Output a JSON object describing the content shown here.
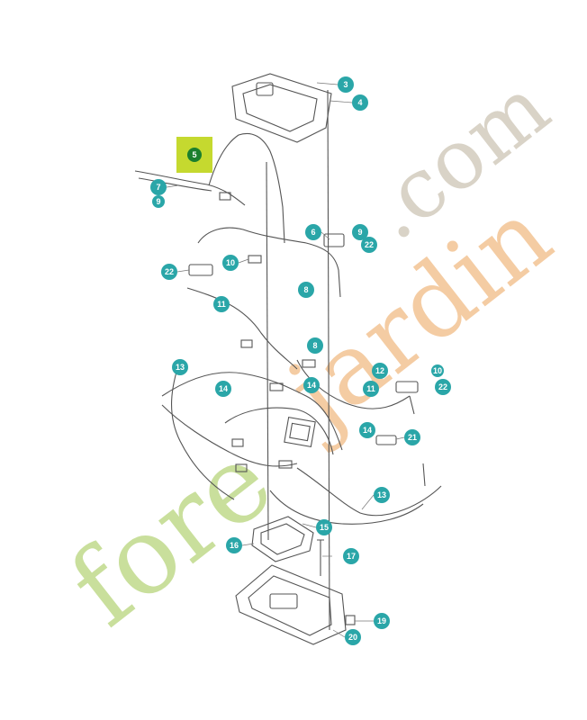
{
  "watermark": {
    "brand_text": "forestjardin.com",
    "colors": {
      "green": "#c9df9c",
      "orange": "#f3c79a",
      "grey": "#d9d3c7"
    }
  },
  "highlight": {
    "label": "5",
    "fill": "#c5d92f",
    "badge": "#1b7f2d"
  },
  "callouts": {
    "color": "#2aa6a8",
    "labels": [
      "3",
      "4",
      "5",
      "6",
      "7",
      "9",
      "9",
      "10",
      "11",
      "12",
      "13",
      "14",
      "15",
      "16",
      "17",
      "19",
      "20",
      "21",
      "22",
      "8"
    ]
  },
  "part_numbers": [
    "3",
    "4",
    "5",
    "7",
    "9",
    "6",
    "9",
    "22",
    "22",
    "10",
    "8",
    "11",
    "8",
    "13",
    "14",
    "14",
    "11",
    "12",
    "10",
    "22",
    "14",
    "21",
    "13",
    "15",
    "16",
    "17",
    "19",
    "20"
  ]
}
